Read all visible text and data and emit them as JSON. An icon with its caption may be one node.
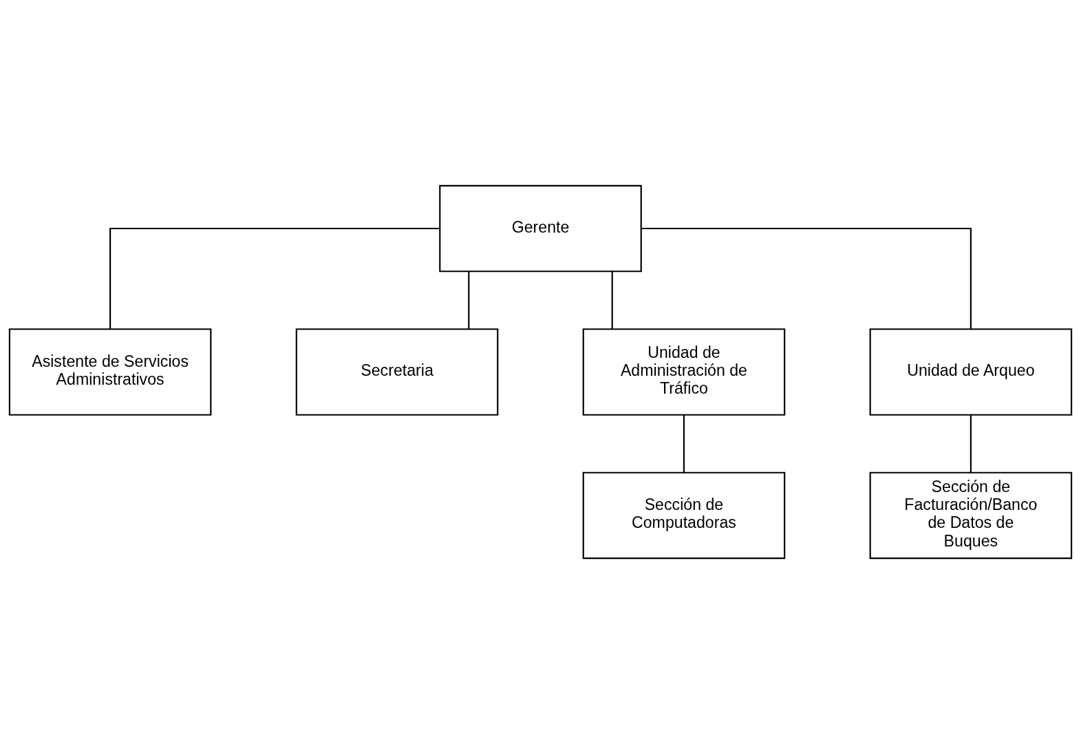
{
  "diagram": {
    "nodes": [
      {
        "text": [
          "Gerente"
        ]
      },
      {
        "text": [
          "Asistente de Servicios Administrativos"
        ]
      },
      {
        "text": [
          "Secretaria"
        ]
      },
      {
        "text": [
          "Unidad de Administración de Tráfico"
        ]
      },
      {
        "text": [
          "Unidad de Arqueo"
        ]
      },
      {
        "text": [
          "Sección de Computadoras"
        ]
      },
      {
        "text": [
          "Sección de Facturación/Banco de Datos de Buques"
        ]
      }
    ],
    "edges": [
      {
        "from": 0,
        "to": 1,
        "arrow": "none"
      },
      {
        "from": 0,
        "to": 2,
        "arrow": "none"
      },
      {
        "from": 0,
        "to": 3,
        "arrow": "none"
      },
      {
        "from": 0,
        "to": 4,
        "arrow": "none"
      },
      {
        "from": 3,
        "to": 5,
        "arrow": "none"
      },
      {
        "from": 4,
        "to": 6,
        "arrow": "none"
      }
    ]
  }
}
